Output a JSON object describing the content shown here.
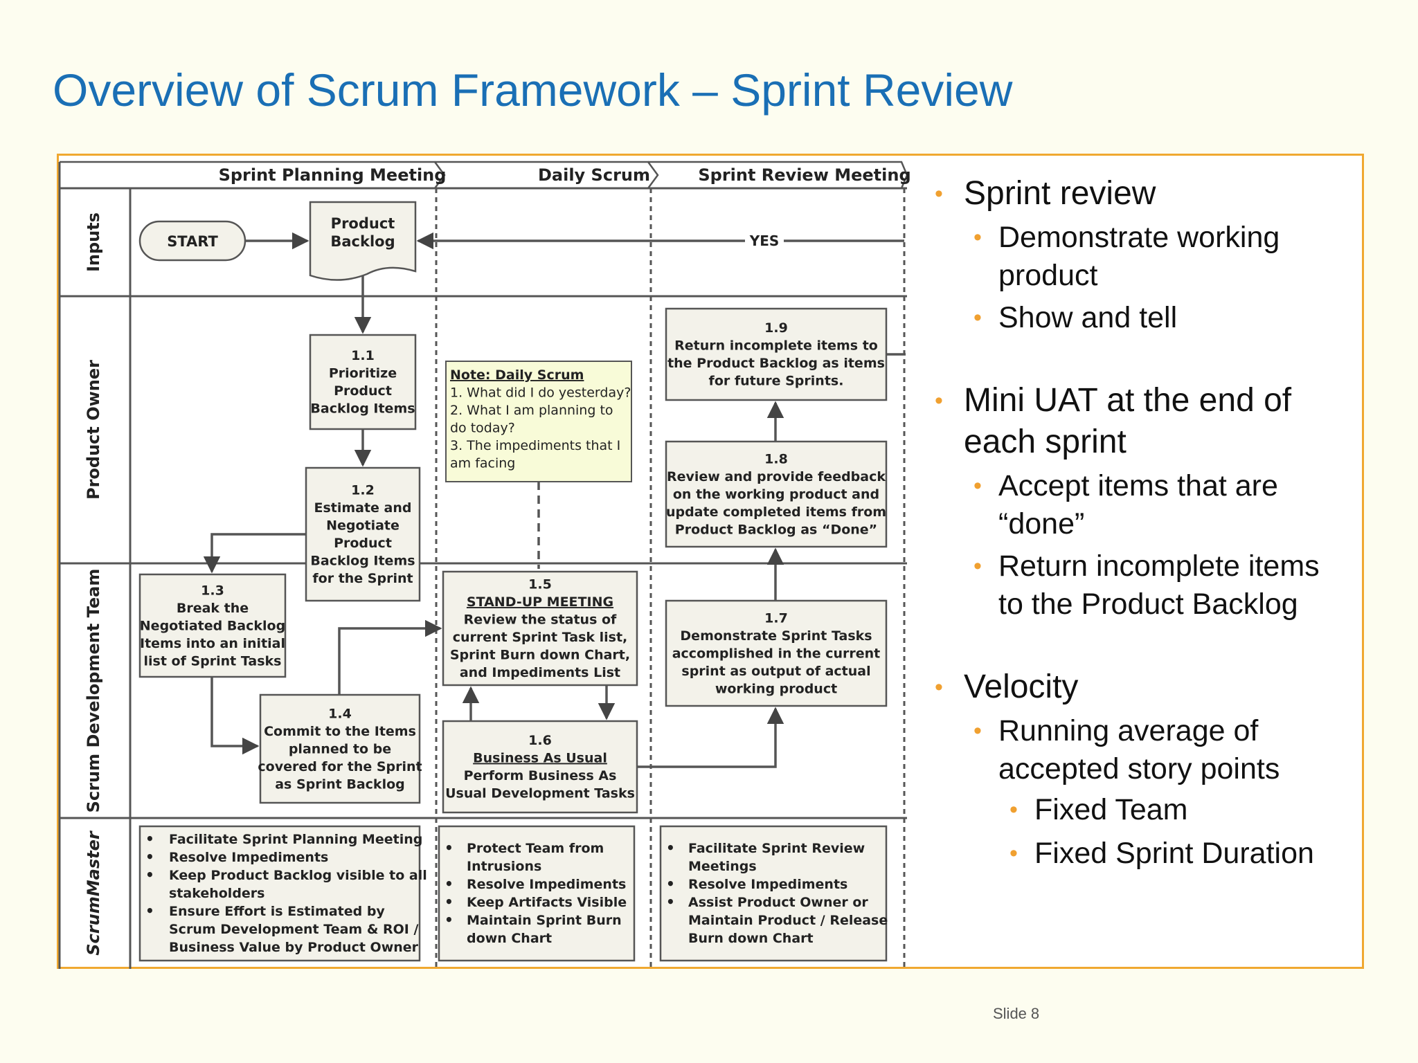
{
  "title": "Overview of Scrum Framework – Sprint Review",
  "slide_label": "Slide",
  "slide_number": "8",
  "diagram": {
    "phases": [
      "Sprint Planning Meeting",
      "Daily Scrum",
      "Sprint Review Meeting"
    ],
    "lanes": [
      "Inputs",
      "Product Owner",
      "Scrum Development Team",
      "ScrumMaster"
    ],
    "start": "START",
    "product_backlog": [
      "Product",
      "Backlog"
    ],
    "yes_label": "YES",
    "note": [
      "Note: Daily Scrum",
      "1. What did I do yesterday?",
      "2. What I am planning to",
      "do today?",
      "3. The impediments that I",
      "am facing"
    ],
    "boxes": [
      {
        "id": "1.1",
        "lines": [
          "Prioritize",
          "Product",
          "Backlog Items"
        ]
      },
      {
        "id": "1.2",
        "lines": [
          "Estimate and",
          "Negotiate",
          "Product",
          "Backlog Items",
          "for the Sprint"
        ]
      },
      {
        "id": "1.3",
        "lines": [
          "Break the",
          "Negotiated Backlog",
          "Items into an initial",
          "list of Sprint Tasks"
        ]
      },
      {
        "id": "1.4",
        "lines": [
          "Commit to the Items",
          "planned to be",
          "covered for the Sprint",
          "as Sprint Backlog"
        ]
      },
      {
        "id": "1.5",
        "lines": [
          "STAND-UP MEETING",
          "Review the status of",
          "current Sprint Task list,",
          "Sprint Burn down Chart,",
          "and Impediments List"
        ]
      },
      {
        "id": "1.6",
        "lines": [
          "Business As Usual",
          "Perform Business As",
          "Usual Development Tasks"
        ]
      },
      {
        "id": "1.7",
        "lines": [
          "Demonstrate Sprint Tasks",
          "accomplished in the current",
          "sprint as output of actual",
          "working product"
        ]
      },
      {
        "id": "1.8",
        "lines": [
          "Review and provide feedback",
          "on the working product and",
          "update completed items from",
          "Product Backlog as “Done”"
        ]
      },
      {
        "id": "1.9",
        "lines": [
          "Return incomplete items to",
          "the Product Backlog as items",
          "for future Sprints."
        ]
      }
    ],
    "scrummaster": [
      [
        "Facilitate Sprint Planning Meeting",
        "Resolve Impediments",
        "Keep Product Backlog visible to all stakeholders",
        "Ensure Effort is Estimated by Scrum Development Team & ROI / Business Value by Product Owner"
      ],
      [
        "Protect Team from Intrusions",
        "Resolve Impediments",
        "Keep Artifacts Visible",
        "Maintain Sprint Burn down Chart"
      ],
      [
        "Facilitate Sprint Review Meetings",
        "Resolve Impediments",
        "Assist Product Owner or Maintain Product / Release Burn down Chart"
      ]
    ]
  },
  "bullets": [
    {
      "text": "Sprint review",
      "children": [
        {
          "text": "Demonstrate working product"
        },
        {
          "text": "Show and tell"
        }
      ]
    },
    {
      "text": "Mini UAT at the end of each sprint",
      "children": [
        {
          "text": "Accept items that are “done”"
        },
        {
          "text": "Return incomplete items to the Product Backlog"
        }
      ]
    },
    {
      "text": "Velocity",
      "children": [
        {
          "text": "Running average of accepted story points",
          "children": [
            {
              "text": "Fixed Team"
            },
            {
              "text": "Fixed Sprint Duration"
            }
          ]
        }
      ]
    }
  ],
  "colors": {
    "title": "#1a6fb5",
    "bullet": "#f0a030",
    "frame": "#f0a830",
    "box_fill": "#f3f2ea",
    "note_fill": "#f8fbd8"
  }
}
